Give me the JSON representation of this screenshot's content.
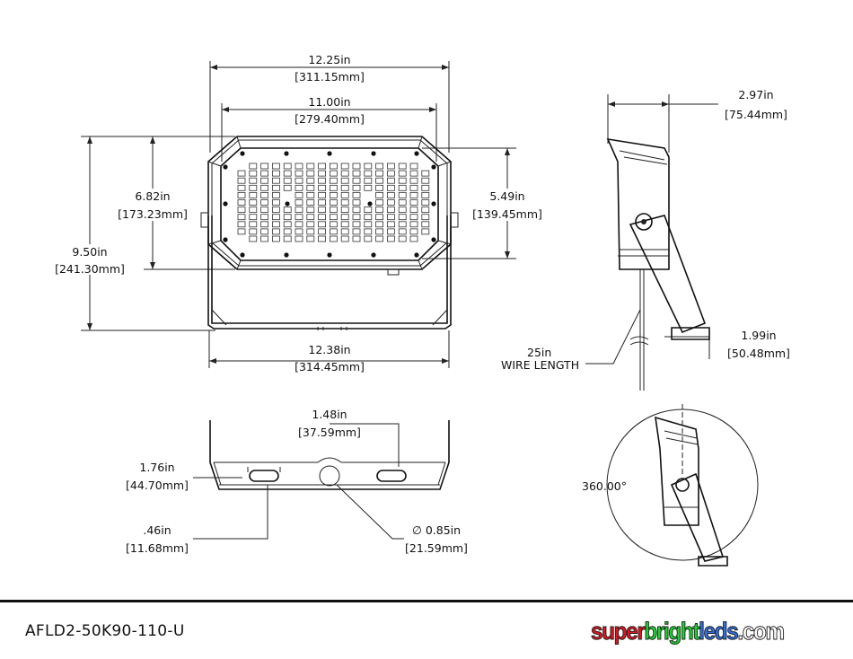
{
  "front_view": {
    "overall_width": {
      "in": "12.25in",
      "mm": "[311.15mm]"
    },
    "inner_width": {
      "in": "11.00in",
      "mm": "[279.40mm]"
    },
    "overall_height": {
      "in": "9.50in",
      "mm": "[241.30mm]"
    },
    "housing_height": {
      "in": "6.82in",
      "mm": "[173.23mm]"
    },
    "lens_height": {
      "in": "5.49in",
      "mm": "[139.45mm]"
    },
    "bracket_width": {
      "in": "12.38in",
      "mm": "[314.45mm]"
    }
  },
  "side_view": {
    "depth": {
      "in": "2.97in",
      "mm": "[75.44mm]"
    },
    "bracket_depth": {
      "in": "1.99in",
      "mm": "[50.48mm]"
    },
    "wire_length": {
      "line1": "25in",
      "line2": "WIRE LENGTH"
    }
  },
  "bracket_view": {
    "slot_spacing": {
      "in": "1.48in",
      "mm": "[37.59mm]"
    },
    "slot_length": {
      "in": "1.76in",
      "mm": "[44.70mm]"
    },
    "slot_width": {
      "in": ".46in",
      "mm": "[11.68mm]"
    },
    "hole_diameter": {
      "in": "∅ 0.85in",
      "mm": "[21.59mm]"
    }
  },
  "rotation_detail": {
    "angle": "360.00°"
  },
  "footer": {
    "model": "AFLD2-50K90-110-U",
    "logo": {
      "part1": "super",
      "part2": "bright",
      "part3": "leds",
      "part4": ".com"
    }
  }
}
